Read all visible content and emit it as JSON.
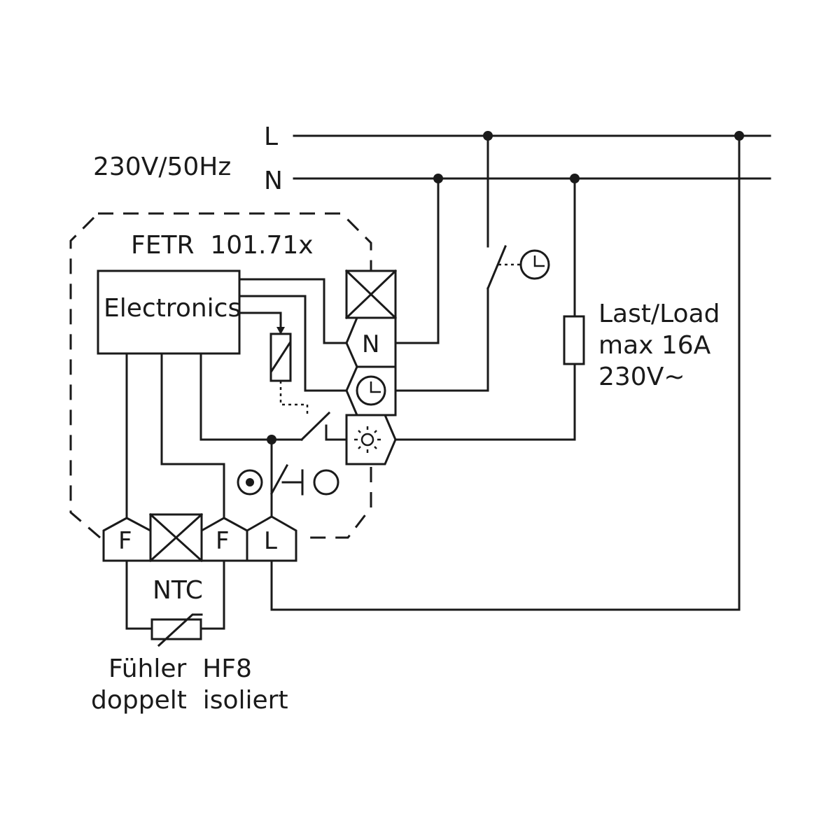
{
  "supply": {
    "voltage": "230V/50Hz",
    "line_label": "L",
    "neutral_label": "N"
  },
  "device": {
    "name": "FETR  101.71x",
    "electronics_label": "Electronics"
  },
  "terminals": {
    "top_n": "N",
    "bottom_f1": "F",
    "bottom_f2": "F",
    "bottom_l": "L"
  },
  "load": {
    "line1": "Last/Load",
    "line2": "max 16A",
    "line3": "230V~"
  },
  "sensor": {
    "label": "NTC",
    "line1": "Fühler  HF8",
    "line2": "doppelt  isoliert"
  }
}
